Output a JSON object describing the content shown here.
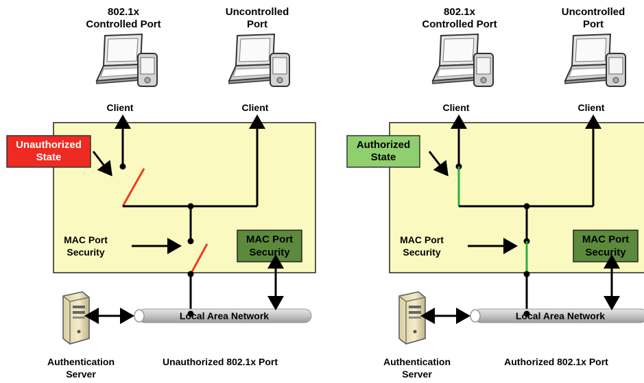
{
  "colors": {
    "panel": "#fafac0",
    "unauthorized_box": "#ee2a22",
    "authorized_box": "#8fcf6e",
    "mac_box": "#5b8a3c",
    "open_switch": "#ee3b22",
    "closed_switch": "#2fae3c",
    "lan_pipe": "#c8c8c8"
  },
  "panels": [
    {
      "controlled_port_label": [
        "802.1x",
        "Controlled Port"
      ],
      "uncontrolled_port_label": [
        "Uncontrolled",
        "Port"
      ],
      "client_label": "Client",
      "state_label": [
        "Unauthorized",
        "State"
      ],
      "state": "unauthorized",
      "mac_port_security_label": [
        "MAC Port",
        "Security"
      ],
      "mac_box_label": [
        "MAC Port",
        "Security"
      ],
      "lan_label": "Local Area Network",
      "auth_server_label": [
        "Authentication",
        "Server"
      ],
      "caption": "Unauthorized 802.1x Port"
    },
    {
      "controlled_port_label": [
        "802.1x",
        "Controlled Port"
      ],
      "uncontrolled_port_label": [
        "Uncontrolled",
        "Port"
      ],
      "client_label": "Client",
      "state_label": [
        "Authorized",
        "State"
      ],
      "state": "authorized",
      "mac_port_security_label": [
        "MAC Port",
        "Security"
      ],
      "mac_box_label": [
        "MAC Port",
        "Security"
      ],
      "lan_label": "Local Area Network",
      "auth_server_label": [
        "Authentication",
        "Server"
      ],
      "caption": "Authorized 802.1x Port"
    }
  ]
}
